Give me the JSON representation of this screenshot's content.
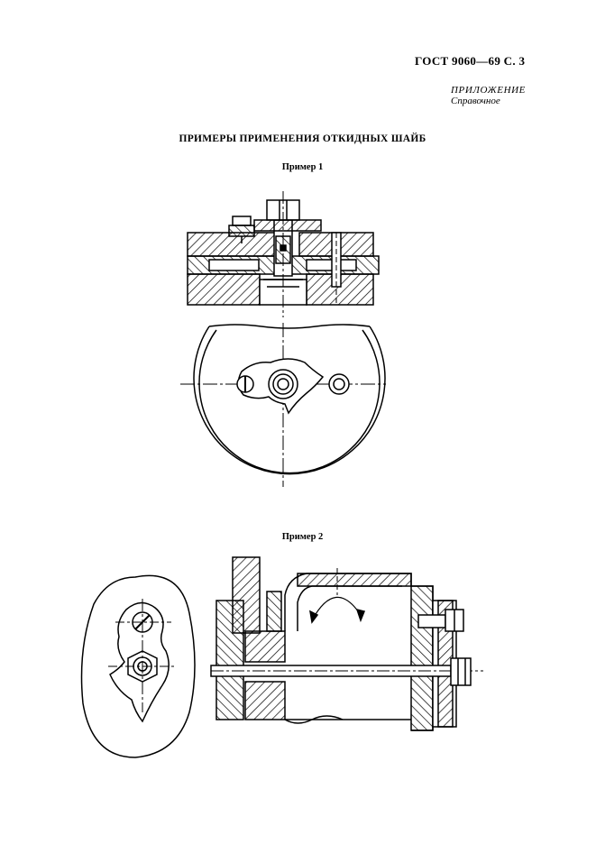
{
  "document": {
    "header": "ГОСТ 9060—69 С. 3",
    "appendix_title": "ПРИЛОЖЕНИЕ",
    "appendix_subtitle": "Справочное",
    "title": "ПРИМЕРЫ ПРИМЕНЕНИЯ ОТКИДНЫХ ШАЙБ",
    "example1_label": "Пример 1",
    "example2_label": "Пример 2"
  }
}
